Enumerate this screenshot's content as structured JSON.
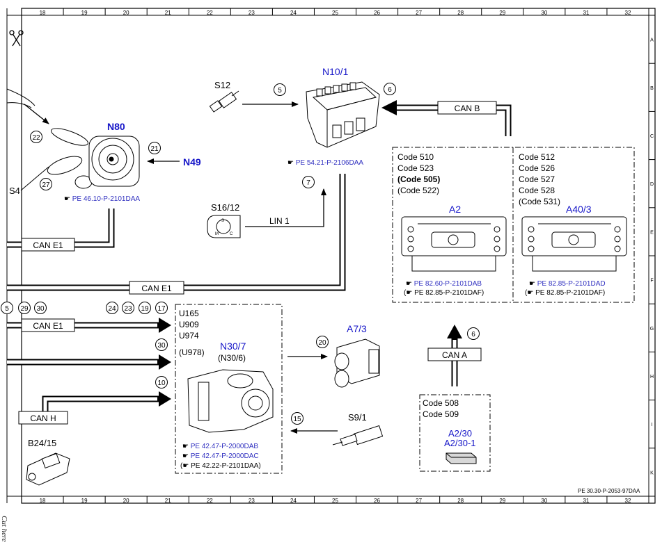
{
  "grid": {
    "columns": [
      "18",
      "19",
      "20",
      "21",
      "22",
      "23",
      "24",
      "25",
      "26",
      "27",
      "28",
      "29",
      "30",
      "31",
      "32"
    ],
    "rows": [
      "A",
      "B",
      "C",
      "D",
      "E",
      "F",
      "G",
      "H",
      "I",
      "K"
    ]
  },
  "labels": {
    "n10_1": "N10/1",
    "s12": "S12",
    "s16_12": "S16/12",
    "n80": "N80",
    "n49": "N49",
    "s4": "S4",
    "a2": "A2",
    "a40_3": "A40/3",
    "a7_3": "A7/3",
    "s9_1": "S9/1",
    "b24_15": "B24/15",
    "n30_7": "N30/7",
    "n30_6": "(N30/6)",
    "a2_30": "A2/30",
    "a2_30_1": "A2/30-1"
  },
  "buses": {
    "can_b": "CAN B",
    "lin1": "LIN 1",
    "can_e1": "CAN E1",
    "can_a": "CAN A",
    "can_h": "CAN H"
  },
  "codes": {
    "box1": [
      "Code 510",
      "Code 523",
      "(Code 505)",
      "(Code 522)"
    ],
    "box2": [
      "Code 512",
      "Code 526",
      "Code 527",
      "Code 528",
      "(Code 531)"
    ],
    "box3": [
      "Code 508",
      "Code 509"
    ],
    "box4": [
      "U165",
      "U909",
      "U974",
      "(U978)"
    ]
  },
  "refs": {
    "n10_1": "PE 54.21-P-2106DAA",
    "n80": "PE 46.10-P-2101DAA",
    "a2_1": "PE 82.60-P-2101DAB",
    "a2_2": "PE 82.85-P-2101DAF",
    "a40_1": "PE 82.85-P-2101DAD",
    "a40_2": "PE 82.85-P-2101DAF",
    "n30_1": "PE 42.47-P-2000DAB",
    "n30_2": "PE 42.47-P-2000DAC",
    "n30_3": "PE 42.22-P-2101DAA",
    "footer": "PE 30.30-P-2053-97DAA"
  },
  "markers": {
    "m5": "5",
    "m6": "6",
    "m6b": "6",
    "m7": "7",
    "m22": "22",
    "m21": "21",
    "m27": "27",
    "m5b": "5",
    "m29": "29",
    "m30": "30",
    "m24": "24",
    "m23": "23",
    "m19": "19",
    "m17": "17",
    "m30b": "30",
    "m10": "10",
    "m20": "20",
    "m15": "15"
  },
  "cut_note": "Cut here",
  "colors": {
    "component_label": "#1515c8",
    "reference": "#3030c0",
    "line": "#000000"
  }
}
